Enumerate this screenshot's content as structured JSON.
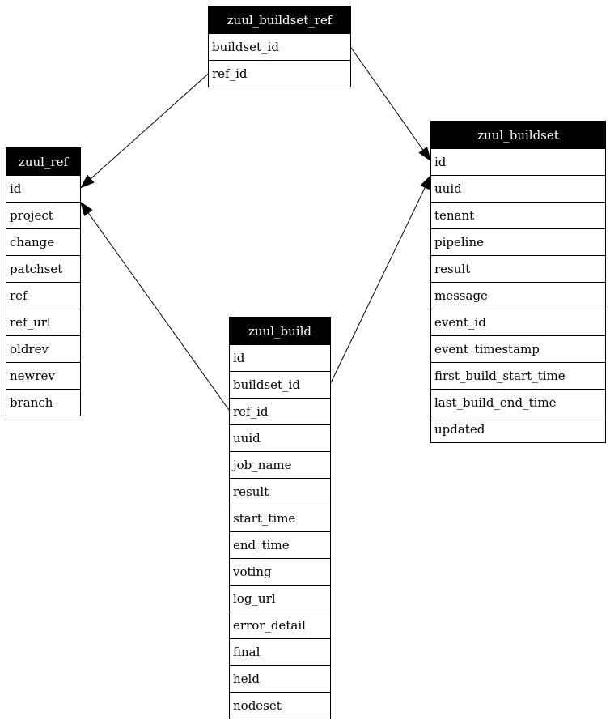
{
  "diagram": {
    "colors": {
      "background": "#ffffff",
      "header_bg": "#000000",
      "header_text": "#ffffff",
      "row_bg": "#ffffff",
      "row_text": "#000000",
      "border_color": "#000000",
      "edge_color": "#000000"
    },
    "tables": [
      {
        "id": "zuul_buildset_ref",
        "title": "zuul_buildset_ref",
        "fields": [
          "buildset_id",
          "ref_id"
        ]
      },
      {
        "id": "zuul_ref",
        "title": "zuul_ref",
        "fields": [
          "id",
          "project",
          "change",
          "patchset",
          "ref",
          "ref_url",
          "oldrev",
          "newrev",
          "branch"
        ]
      },
      {
        "id": "zuul_buildset",
        "title": "zuul_buildset",
        "fields": [
          "id",
          "uuid",
          "tenant",
          "pipeline",
          "result",
          "message",
          "event_id",
          "event_timestamp",
          "first_build_start_time",
          "last_build_end_time",
          "updated"
        ]
      },
      {
        "id": "zuul_build",
        "title": "zuul_build",
        "fields": [
          "id",
          "buildset_id",
          "ref_id",
          "uuid",
          "job_name",
          "result",
          "start_time",
          "end_time",
          "voting",
          "log_url",
          "error_detail",
          "final",
          "held",
          "nodeset"
        ]
      }
    ],
    "edges": [
      {
        "from_table": "zuul_buildset_ref",
        "from_field": "ref_id",
        "to_table": "zuul_ref",
        "to_field": "id"
      },
      {
        "from_table": "zuul_buildset_ref",
        "from_field": "buildset_id",
        "to_table": "zuul_buildset",
        "to_field": "id"
      },
      {
        "from_table": "zuul_build",
        "from_field": "ref_id",
        "to_table": "zuul_ref",
        "to_field": "id"
      },
      {
        "from_table": "zuul_build",
        "from_field": "buildset_id",
        "to_table": "zuul_buildset",
        "to_field": "id"
      }
    ]
  }
}
